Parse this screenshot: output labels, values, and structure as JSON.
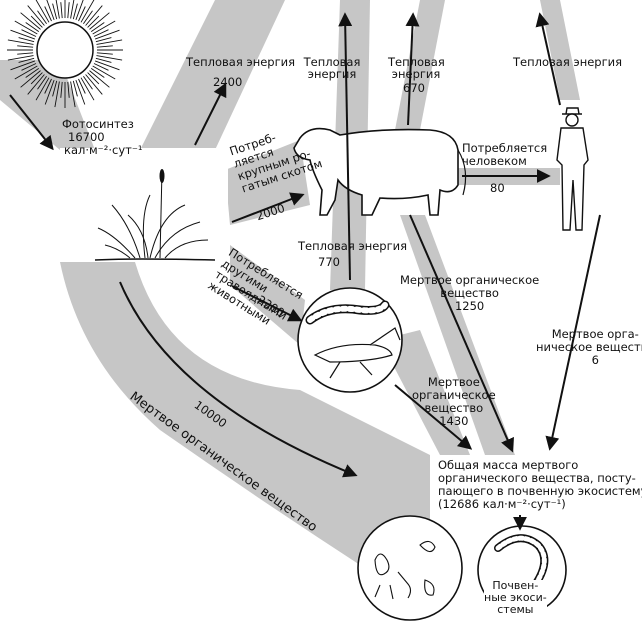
{
  "photosynthesis": {
    "label": "Фотосинтез",
    "value": "16700",
    "units": "кал·м⁻²·сут⁻¹"
  },
  "heat_energy_label": "Тепловая энергия",
  "heat_values": {
    "plants": "2400",
    "grazers": "770",
    "cattle": "670"
  },
  "cattle_consumption": {
    "label_lines": [
      "Потреб-",
      "ляется",
      "крупным ро-",
      "гатым скотом"
    ],
    "value": "2000"
  },
  "human_consumption": {
    "label": "Потребляется человеком",
    "value": "80"
  },
  "herbivore_consumption": {
    "label_lines": [
      "Потребляется",
      "другими",
      "травоядными",
      "животными"
    ],
    "value": "2300"
  },
  "dead_organic_matter": {
    "main_label": "Мертвое органическое вещество",
    "main_value": "10000",
    "cattle_label_lines": [
      "Мертвое органическое",
      "вещество"
    ],
    "cattle_value": "1250",
    "grazers_label_lines": [
      "Мертвое",
      "органическое",
      "вещество"
    ],
    "grazers_value": "1430",
    "human_label_lines": [
      "Мертвое орга-",
      "ническое вещество"
    ],
    "human_value": "6"
  },
  "total_dead_mass": {
    "lines": [
      "Общая масса мертвого",
      "органического вещества, посту-",
      "пающего в почвенную экосистему",
      "(12686 кал·м⁻²·сут⁻¹)"
    ]
  },
  "soil_ecosystem": {
    "label_lines": [
      "Почвен-",
      "ные экоси-",
      "стемы"
    ]
  },
  "colors": {
    "band": "#c6c6c6",
    "arrow": "#111111",
    "background": "#ffffff"
  },
  "icons": [
    "sun-icon",
    "grass-icon",
    "cow-icon",
    "human-icon",
    "caterpillar-icon",
    "grasshopper-icon",
    "soil-organisms-icon",
    "earthworm-icon"
  ]
}
